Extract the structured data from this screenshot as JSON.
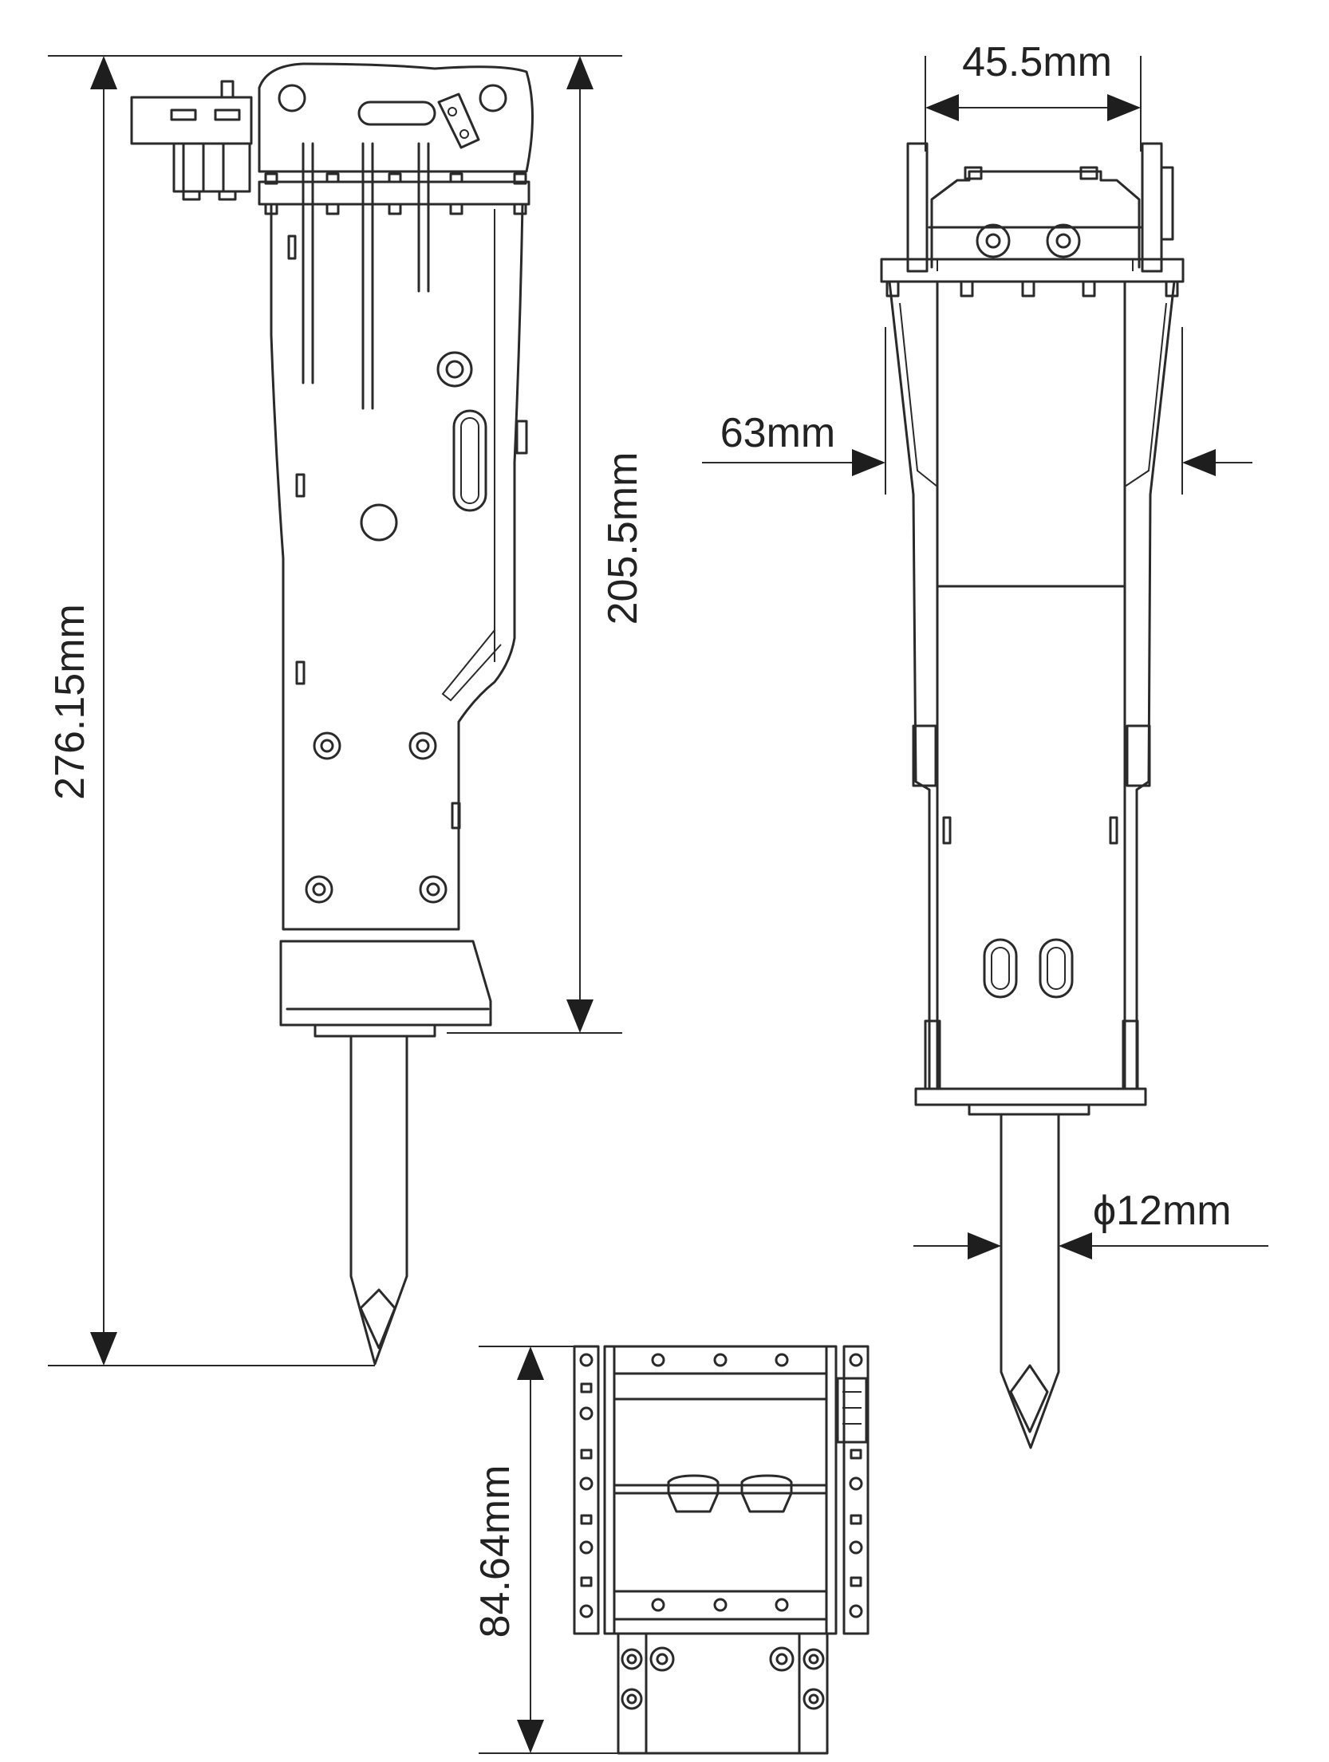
{
  "dimensions": {
    "total_height": "276.15mm",
    "body_height": "205.5mm",
    "top_width": "45.5mm",
    "body_width": "63mm",
    "chisel_diameter": "ϕ12mm",
    "bracket_height": "84.64mm"
  },
  "colors": {
    "line": "#2a2a2a",
    "background": "#ffffff"
  }
}
